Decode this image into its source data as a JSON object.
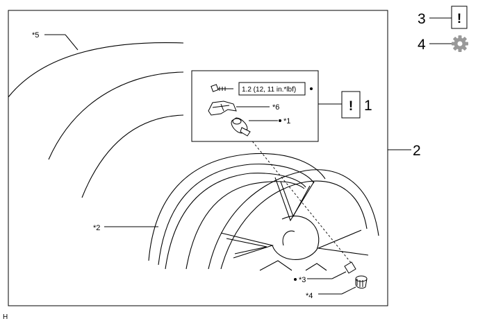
{
  "labels": {
    "p1": "*1",
    "p2": "*2",
    "p3": "*3",
    "p4": "*4",
    "p5": "*5",
    "p6": "*6"
  },
  "callouts": {
    "c1": "1",
    "c2": "2",
    "c3": "3",
    "c4": "4"
  },
  "torque_spec": "1.2 (12, 11 in.*lbf)",
  "caution_symbol": "!",
  "corner_mark": "H",
  "icons": {
    "caution": "caution-icon",
    "settings": "gear-icon"
  },
  "colors": {
    "line": "#000000",
    "gear": "#999999",
    "background": "#ffffff"
  }
}
